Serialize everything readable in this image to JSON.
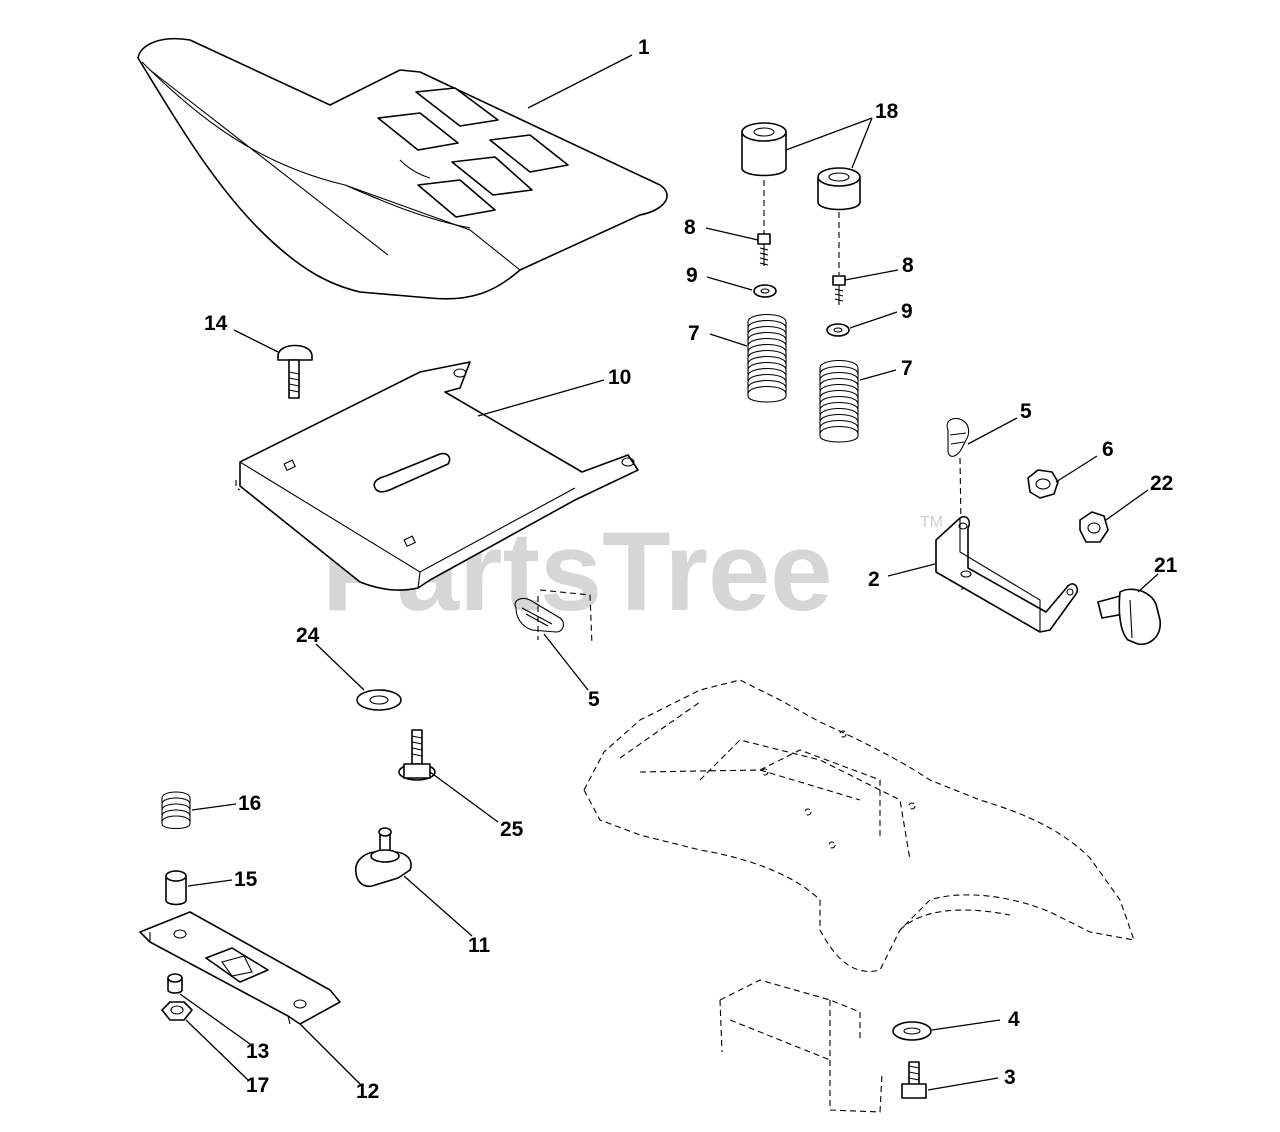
{
  "watermark": {
    "text": "PartsTree",
    "trademark": "TM"
  },
  "callouts": {
    "c1": "1",
    "c18": "18",
    "c8a": "8",
    "c8b": "8",
    "c9a": "9",
    "c9b": "9",
    "c7a": "7",
    "c7b": "7",
    "c14": "14",
    "c10": "10",
    "c5a": "5",
    "c5b": "5",
    "c6": "6",
    "c22": "22",
    "c2": "2",
    "c21": "21",
    "c24": "24",
    "c25": "25",
    "c16": "16",
    "c15": "15",
    "c11": "11",
    "c13": "13",
    "c17": "17",
    "c12": "12",
    "c4": "4",
    "c3": "3"
  },
  "parts": {
    "seat": "seat",
    "seat_plate": "seat-plate",
    "bracket": "bracket",
    "springs": "spring",
    "bumpers": "bumper",
    "fender_pan": "fender-pan"
  }
}
